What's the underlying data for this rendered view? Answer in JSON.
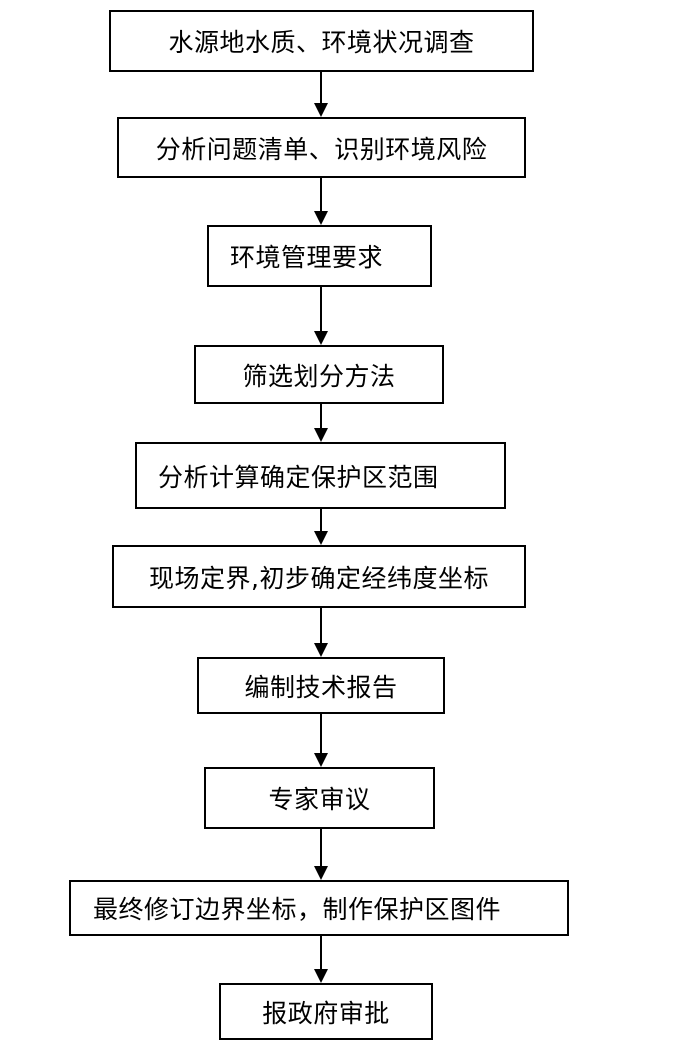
{
  "flowchart": {
    "steps": [
      {
        "label": "水源地水质、环境状况调查"
      },
      {
        "label": "分析问题清单、识别环境风险"
      },
      {
        "label": "环境管理要求"
      },
      {
        "label": "筛选划分方法"
      },
      {
        "label": "分析计算确定保护区范围"
      },
      {
        "label": "现场定界,初步确定经纬度坐标"
      },
      {
        "label": "编制技术报告"
      },
      {
        "label": "专家审议"
      },
      {
        "label": "最终修订边界坐标，制作保护区图件"
      },
      {
        "label": "报政府审批"
      }
    ],
    "connector": "arrow-down",
    "colors": {
      "stroke": "#000000",
      "fill": "#ffffff",
      "text": "#000000"
    }
  }
}
